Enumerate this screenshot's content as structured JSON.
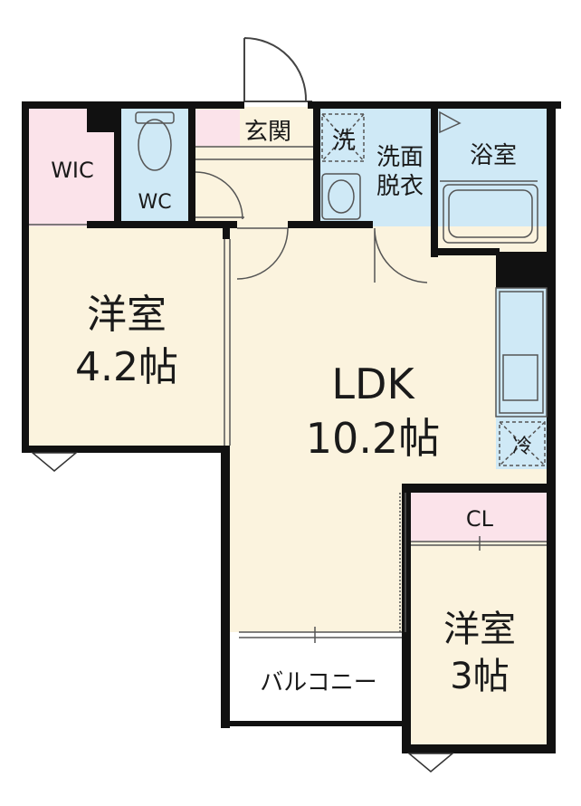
{
  "colors": {
    "wall": "#111111",
    "room": "#fbf3de",
    "storage": "#fbe3ea",
    "wet": "#cfe9f6",
    "balcony": "#ffffff",
    "line": "#444444"
  },
  "rooms": {
    "wic": {
      "label": "WIC"
    },
    "wc": {
      "label": "WC"
    },
    "entrance": {
      "label": "玄関"
    },
    "washer": {
      "label": "洗"
    },
    "washroom": {
      "line1": "洗面",
      "line2": "脱衣"
    },
    "bath": {
      "label": "浴室"
    },
    "western_a": {
      "line1": "洋室",
      "line2": "4.2帖"
    },
    "ldk": {
      "line1": "LDK",
      "line2": "10.2帖"
    },
    "fridge": {
      "label": "冷"
    },
    "closet": {
      "label": "CL"
    },
    "western_b": {
      "line1": "洋室",
      "line2": "3帖"
    },
    "balcony": {
      "label": "バルコニー"
    }
  }
}
